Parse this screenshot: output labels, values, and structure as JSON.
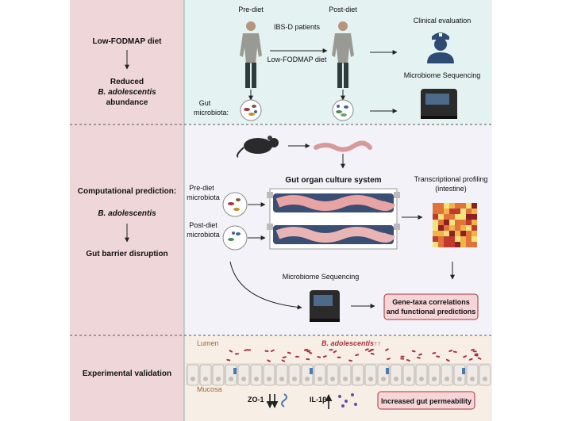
{
  "left_panel": {
    "row1": {
      "step1": "Low-FODMAP diet",
      "step2": "Reduced",
      "step2_italic": "B. adolescentis",
      "step2_tail": "abundance"
    },
    "row2": {
      "step1": "Computational prediction:",
      "step2_italic": "B. adolescentis",
      "step3": "Gut barrier disruption"
    },
    "row3": {
      "step1": "Experimental validation"
    }
  },
  "row1": {
    "pre_diet": "Pre-diet",
    "post_diet": "Post-diet",
    "patients": "IBS-D patients",
    "diet": "Low-FODMAP diet",
    "clinical": "Clinical evaluation",
    "sequencing": "Microbiome Sequencing",
    "gut_microbiota_1": "Gut",
    "gut_microbiota_2": "microbiota:"
  },
  "row2": {
    "system_title": "Gut organ culture system",
    "pre_diet_1": "Pre-diet",
    "pre_diet_2": "microbiota",
    "post_diet_1": "Post-diet",
    "post_diet_2": "microbiota",
    "profiling_1": "Transcriptional profiling",
    "profiling_2": "(intestine)",
    "sequencing": "Microbiome Sequencing",
    "result_1": "Gene-taxa correlations",
    "result_2": "and functional predictions"
  },
  "row3": {
    "lumen": "Lumen",
    "mucosa": "Mucosa",
    "b_adolescentis": "B. adolescentis",
    "zo1": "ZO-1",
    "il1b": "IL-1β",
    "permeability": "Increased gut permeability"
  },
  "colors": {
    "left_bg": "#efd7d9",
    "row1_bg": "#e4f2f1",
    "row2_bg": "#f3f2f8",
    "row3_bg": "#f7efe6",
    "accent_red": "#a8323a",
    "box_pink": "#f6d5d8"
  }
}
